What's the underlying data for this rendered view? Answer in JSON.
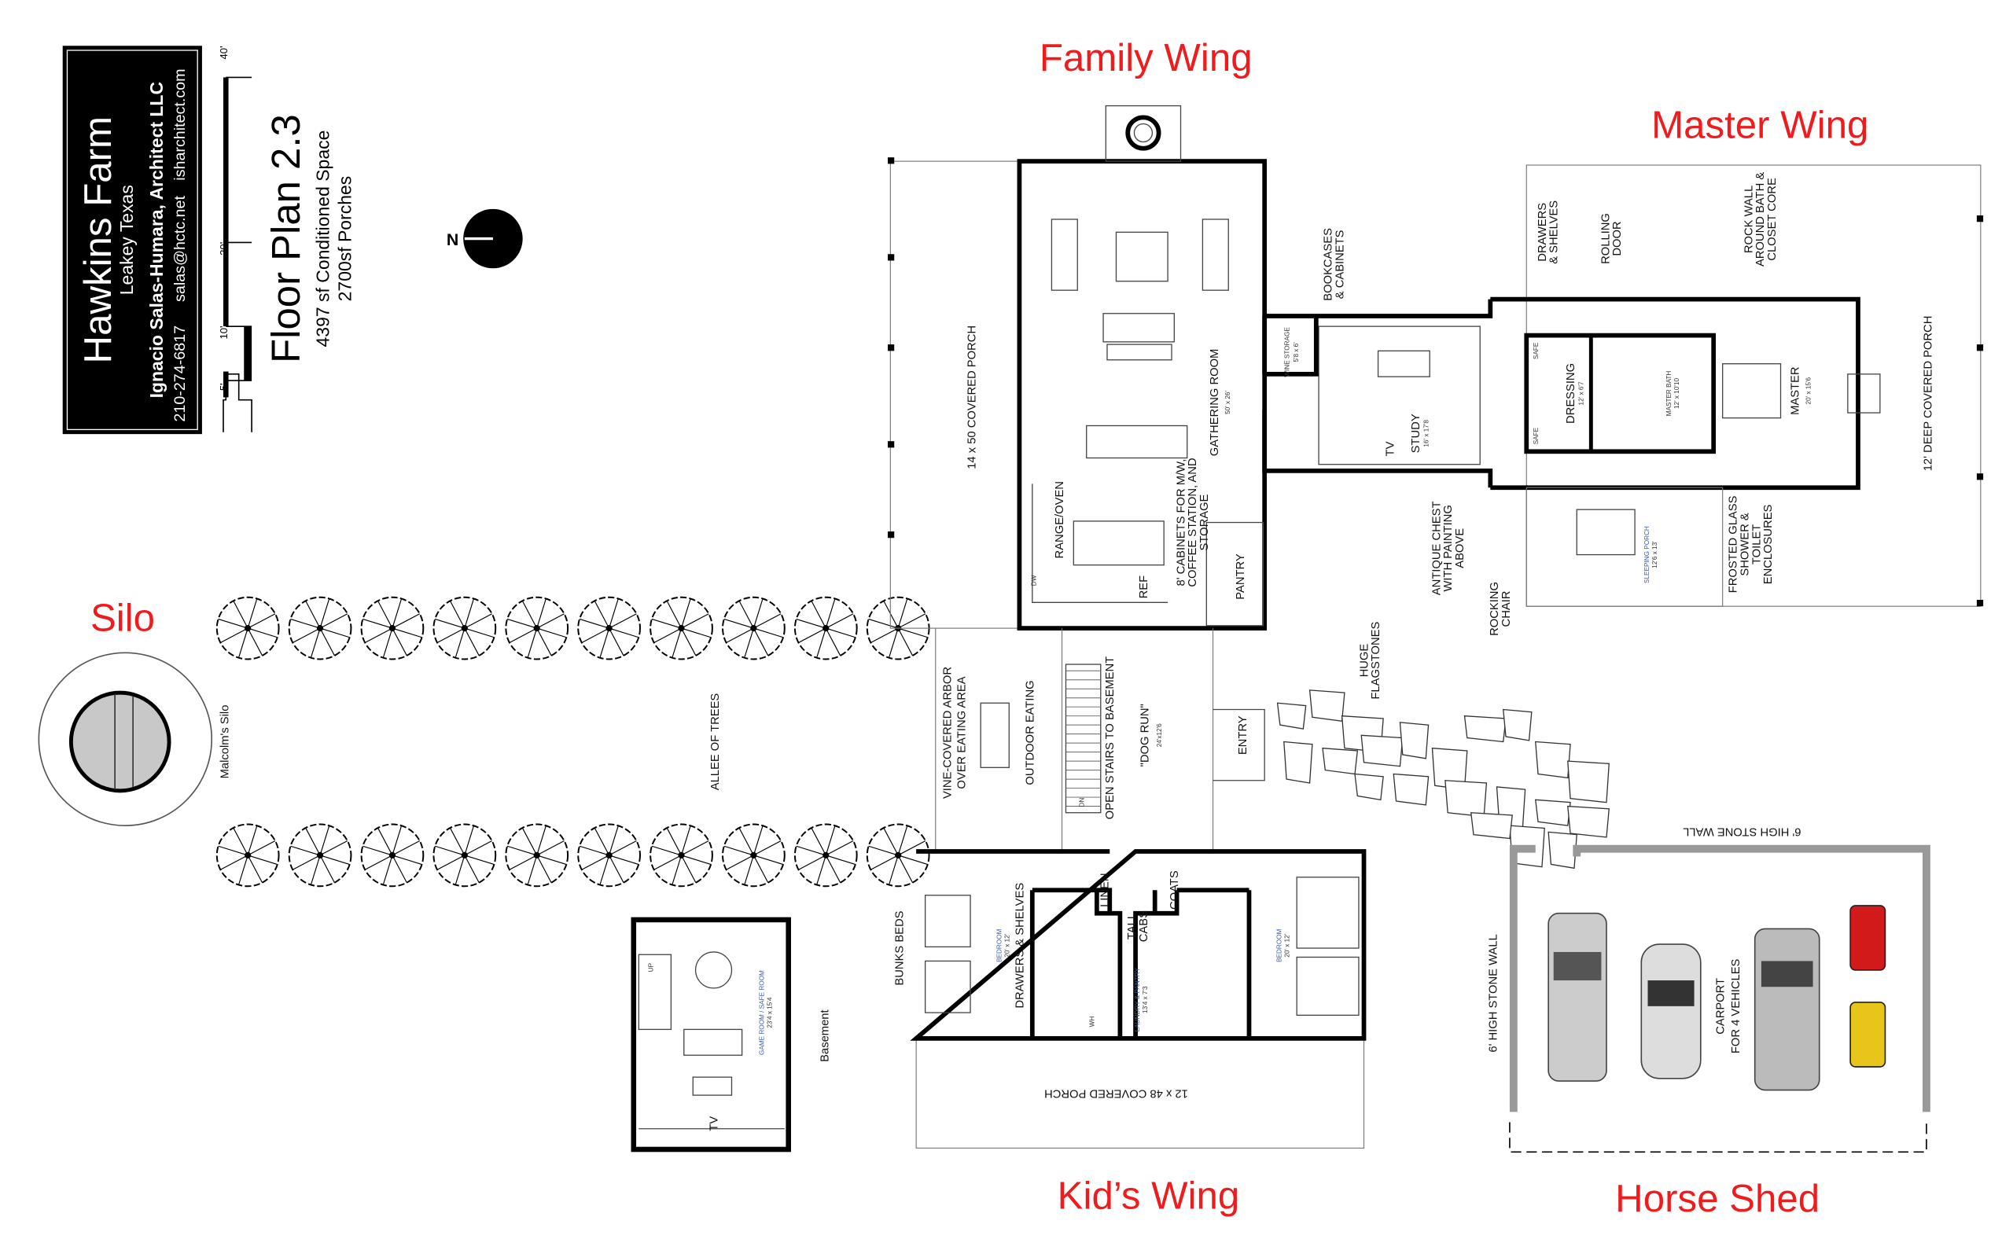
{
  "title_block": {
    "project": "Hawkins Farm",
    "location": "Leakey Texas",
    "architect": "Ignacio Salas-Humara, Architect LLC",
    "phone": "210-274-6817",
    "email": "salas@hctc.net",
    "website": "isharchitect.com"
  },
  "scale_bar": {
    "ticks": [
      "5'",
      "10'",
      "20'",
      "40'"
    ]
  },
  "plan_info": {
    "title": "Floor Plan 2.3",
    "conditioned": "4397 sf Conditioned Space",
    "porches": "2700sf Porches"
  },
  "north_arrow": {
    "label": "N"
  },
  "wing_labels": {
    "color": "#ee1c1c",
    "family": "Family Wing",
    "master": "Master Wing",
    "silo": "Silo",
    "kids": "Kid’s Wing",
    "horse": "Horse Shed"
  },
  "site": {
    "silo": "Malcolm's Silo",
    "allee": "ALLEE OF TREES",
    "flagstones": [
      "HUGE",
      "FLAGSTONES"
    ]
  },
  "family_wing": {
    "porch": "14 x 50 COVERED  PORCH",
    "gathering": "GATHERING ROOM",
    "gathering_size": "50' x 26'",
    "range": "RANGE/OVEN",
    "ref": "REF",
    "dw": "DW",
    "cabinets": [
      "8' CABINETS FOR M/W,",
      "COFFEE STATION, AND",
      "STORAGE"
    ],
    "pantry": "PANTRY"
  },
  "study_wing": {
    "bookcases": [
      "BOOKCASES",
      "& CABINETS"
    ],
    "wine": "WINE STORAGE",
    "wine_size": "5'8 x 6'",
    "study": "STUDY",
    "study_size": "16' x 17'8",
    "tv": "TV"
  },
  "master_wing": {
    "drawers": [
      "DRAWERS",
      "& SHELVES"
    ],
    "rolling": [
      "ROLLING",
      "DOOR"
    ],
    "rock": [
      "ROCK WALL",
      "AROUND BATH &",
      "CLOSET CORE"
    ],
    "safe": "SAFE",
    "dressing": "DRESSING",
    "dressing_size": "12' x 6'7",
    "bath": "MASTER BATH",
    "bath_size": "12' x 10'10",
    "master": "MASTER",
    "master_size": "20' x 15'6",
    "porch": "12' DEEP COVERED  PORCH",
    "chest": [
      "ANTIQUE CHEST",
      "WITH PAINTING",
      "ABOVE"
    ],
    "rocking": [
      "ROCKING",
      "CHAIR"
    ],
    "sleeping": "SLEEPING PORCH",
    "sleeping_size": "12'6 x 13'",
    "frosted": [
      "FROSTED GLASS",
      "SHOWER &",
      "TOILET",
      "ENCLOSURES"
    ]
  },
  "dog_run": {
    "arbor": [
      "VINE-COVERED ARBOR",
      "OVER EATING AREA"
    ],
    "outdoor": "OUTDOOR EATING",
    "stairs": "OPEN STAIRS TO BASEMENT",
    "dn": "DN",
    "name": "\"DOG RUN\"",
    "size": "24'x12'6",
    "entry": "ENTRY"
  },
  "kids_wing": {
    "bunks": "BUNKS BEDS",
    "bedroom": "BEDROOM",
    "bedroom_size": "20' x 12'",
    "drawers": "DRAWERS & SHELVES",
    "linen": "LINEN",
    "tall": [
      "TALL",
      "CABS"
    ],
    "coats": "COATS",
    "laundry": "LAUNDRY & PANTRY",
    "laundry_size": "13'4 x 7'3",
    "wh": "WH",
    "porch": "12 x 48  COVERED  PORCH"
  },
  "basement": {
    "label": "Basement",
    "room": "GAME ROOM / SAFE ROOM",
    "size": "23'4 x 15'4",
    "up": "UP",
    "tv": "TV"
  },
  "horse_shed": {
    "wall": "6' HIGH STONE WALL",
    "carport": [
      "CARPORT",
      "FOR 4 VEHICLES"
    ]
  }
}
